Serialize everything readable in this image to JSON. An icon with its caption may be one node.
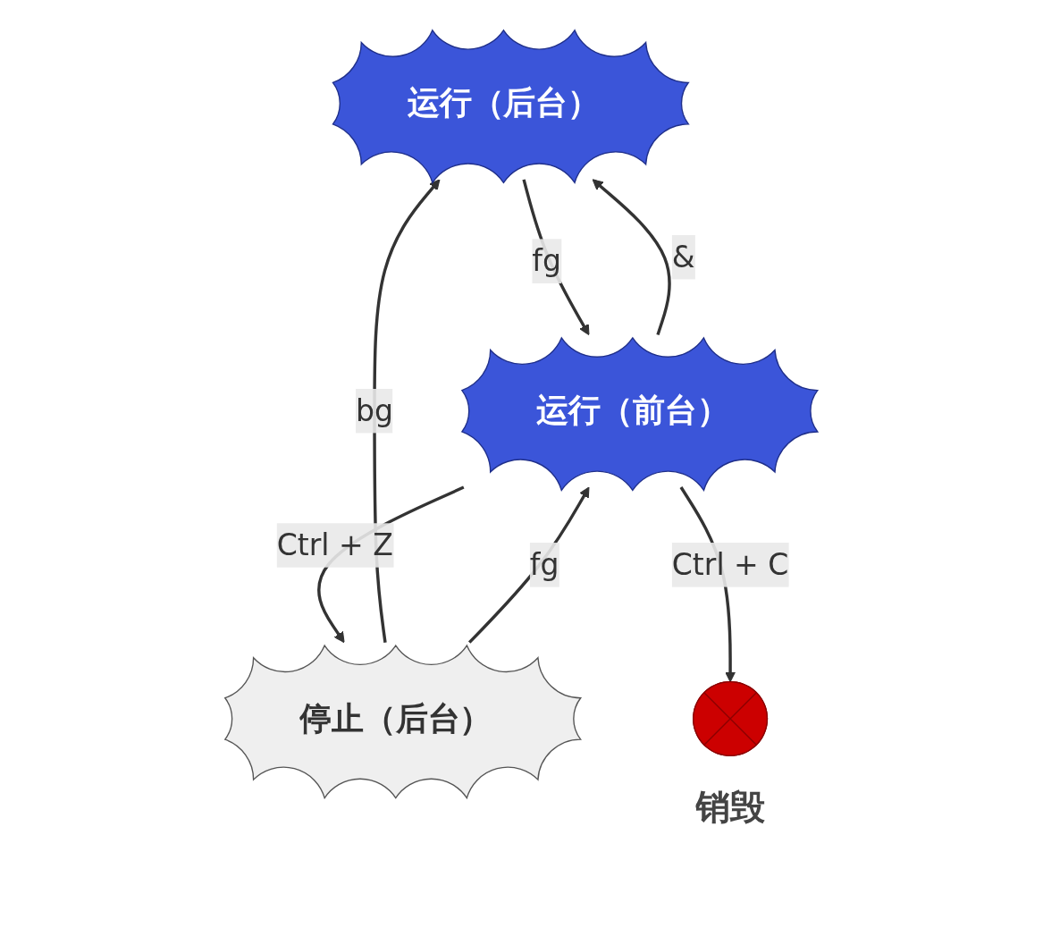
{
  "diagram": {
    "nodes": [
      {
        "text": [
          "运行（后台）"
        ]
      },
      {
        "text": [
          "停止（后台）"
        ]
      },
      {
        "text": [
          "运行（前台）"
        ]
      },
      {
        "text": [],
        "shape": "cross",
        "beside": [
          "销毁"
        ]
      }
    ],
    "edges": [
      {
        "from": 1,
        "to": 0,
        "arrow": "to",
        "label": "bg"
      },
      {
        "from": 0,
        "to": 2,
        "arrow": "to",
        "label": "fg"
      },
      {
        "from": 2,
        "to": 0,
        "arrow": "to",
        "label": "&"
      },
      {
        "from": 1,
        "to": 2,
        "arrow": "to",
        "label": "fg"
      },
      {
        "from": 2,
        "to": 1,
        "arrow": "to",
        "label": "Ctrl + Z"
      },
      {
        "from": 2,
        "to": 3,
        "arrow": "to",
        "label": "Ctrl + C"
      }
    ]
  }
}
